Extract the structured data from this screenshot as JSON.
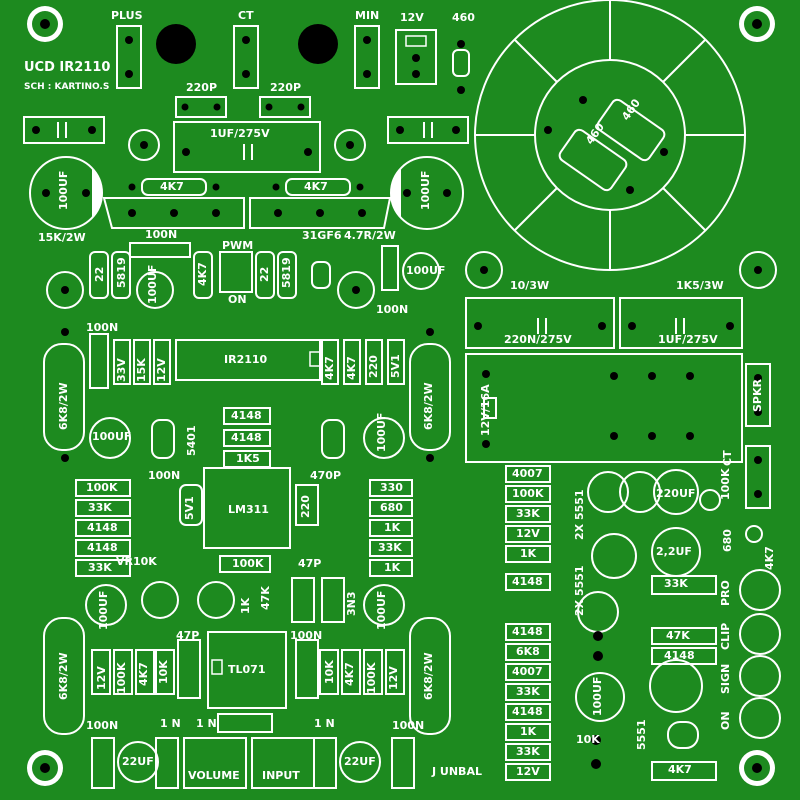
{
  "title": "UCD IR2110",
  "subtitle": "SCH : KARTINO.S",
  "connectors": {
    "plus": "PLUS",
    "ct": "CT",
    "min": "MIN",
    "v12": "12V",
    "v460": "460",
    "volume": "VOLUME",
    "input": "INPUT",
    "unbal": "J UNBAL",
    "spkr": "SPKR",
    "ct2": "CT"
  },
  "caps": {
    "c220p_a": "220P",
    "c220p_b": "220P",
    "c1uf275": "1UF/275V",
    "c100uf_l": "100UF",
    "c100uf_r": "100UF",
    "c100n_a": "100N",
    "c100n_b": "100N",
    "c100n_c": "100N",
    "c100n_d": "100N",
    "c100n_e": "100N",
    "c100n_f": "100N",
    "c100n_g": "100N",
    "c100uf_a": "100UF",
    "c100uf_b": "100UF",
    "c100uf_c": "100UF",
    "c100uf_d": "100UF",
    "c100uf_e": "100UF",
    "c100uf_f": "100UF",
    "c220n275": "220N/275V",
    "c1uf275b": "1UF/275V",
    "c470p": "470P",
    "c47p_a": "47P",
    "c47p_b": "47P",
    "c3n3": "3N3",
    "c1n_a": "1 N",
    "c1n_b": "1 N",
    "c1n_c": "1 N",
    "c22uf_a": "22UF",
    "c22uf_b": "22UF",
    "c220uf": "220UF",
    "c22uf2": "2,2UF",
    "c100uf_g": "100UF",
    "c460a": "460",
    "c460b": "460"
  },
  "resistors": {
    "r4k7_a": "4K7",
    "r4k7_b": "4K7",
    "r15k2w": "15K/2W",
    "r47r2w": "4.7R/2W",
    "r22_a": "22",
    "r5819_a": "5819",
    "r22_b": "22",
    "r5819_b": "5819",
    "r4k7_c": "4K7",
    "pwm": "PWM",
    "on": "ON",
    "r31gf6": "31GF6",
    "r33v": "33V",
    "r15k": "15K",
    "r12v": "12V",
    "r4k7_d": "4K7",
    "r4k7_e": "4K7",
    "r220": "220",
    "r5v1": "5V1",
    "r6k8_a": "6K8/2W",
    "r6k8_b": "6K8/2W",
    "r6k8_c": "6K8/2W",
    "r6k8_d": "6K8/2W",
    "r10_3w": "10/3W",
    "r1k5_3w": "1K5/3W",
    "d4148_a": "4148",
    "d4148_b": "4148",
    "r1k5": "1K5",
    "z5401": "5401",
    "r100k_a": "100K",
    "r33k_a": "33K",
    "d4148_c": "4148",
    "d4148_d": "4148",
    "r33k_b": "33K",
    "z5v1": "5V1",
    "r220b": "220",
    "r330": "330",
    "r680": "680",
    "r1k_a": "1K",
    "r33k_c": "33K",
    "r1k_b": "1K",
    "r100k_b": "100K",
    "vr10k": "VR10K",
    "r1k_c": "1K",
    "r47k_a": "47K",
    "r12v_b": "12V",
    "r100k_c": "100K",
    "r4k7_f": "4K7",
    "r10k_a": "10K",
    "r10k_b": "10K",
    "r4k7_g": "4K7",
    "r100k_d": "100K",
    "r12v_c": "12V",
    "d4007_a": "4007",
    "r100k_e": "100K",
    "r33k_d": "33K",
    "r12v_d": "12V",
    "r1k_d": "1K",
    "d4148_e": "4148",
    "d4148_f": "4148",
    "r6k8": "6K8",
    "d4007_b": "4007",
    "r33k_e": "33K",
    "d4148_g": "4148",
    "r1k_e": "1K",
    "r33k_f": "33K",
    "r12v_e": "12V",
    "r10k_c": "10K",
    "q5551_a": "2X 5551",
    "q5551_b": "2X 5551",
    "q5551_c": "5551",
    "r100k_f": "100K",
    "r680b": "680",
    "r4k7_h": "4K7",
    "r33k_g": "33K",
    "r47k_b": "47K",
    "d4148_h": "4148",
    "r4k7_i": "4K7",
    "led_pro": "PRO",
    "led_clip": "CLIP",
    "led_sign": "SIGN",
    "led_on": "ON"
  },
  "ics": {
    "ir2110": "IR2110",
    "lm311": "LM311",
    "tl071": "TL071"
  },
  "relay": "12V/16A"
}
